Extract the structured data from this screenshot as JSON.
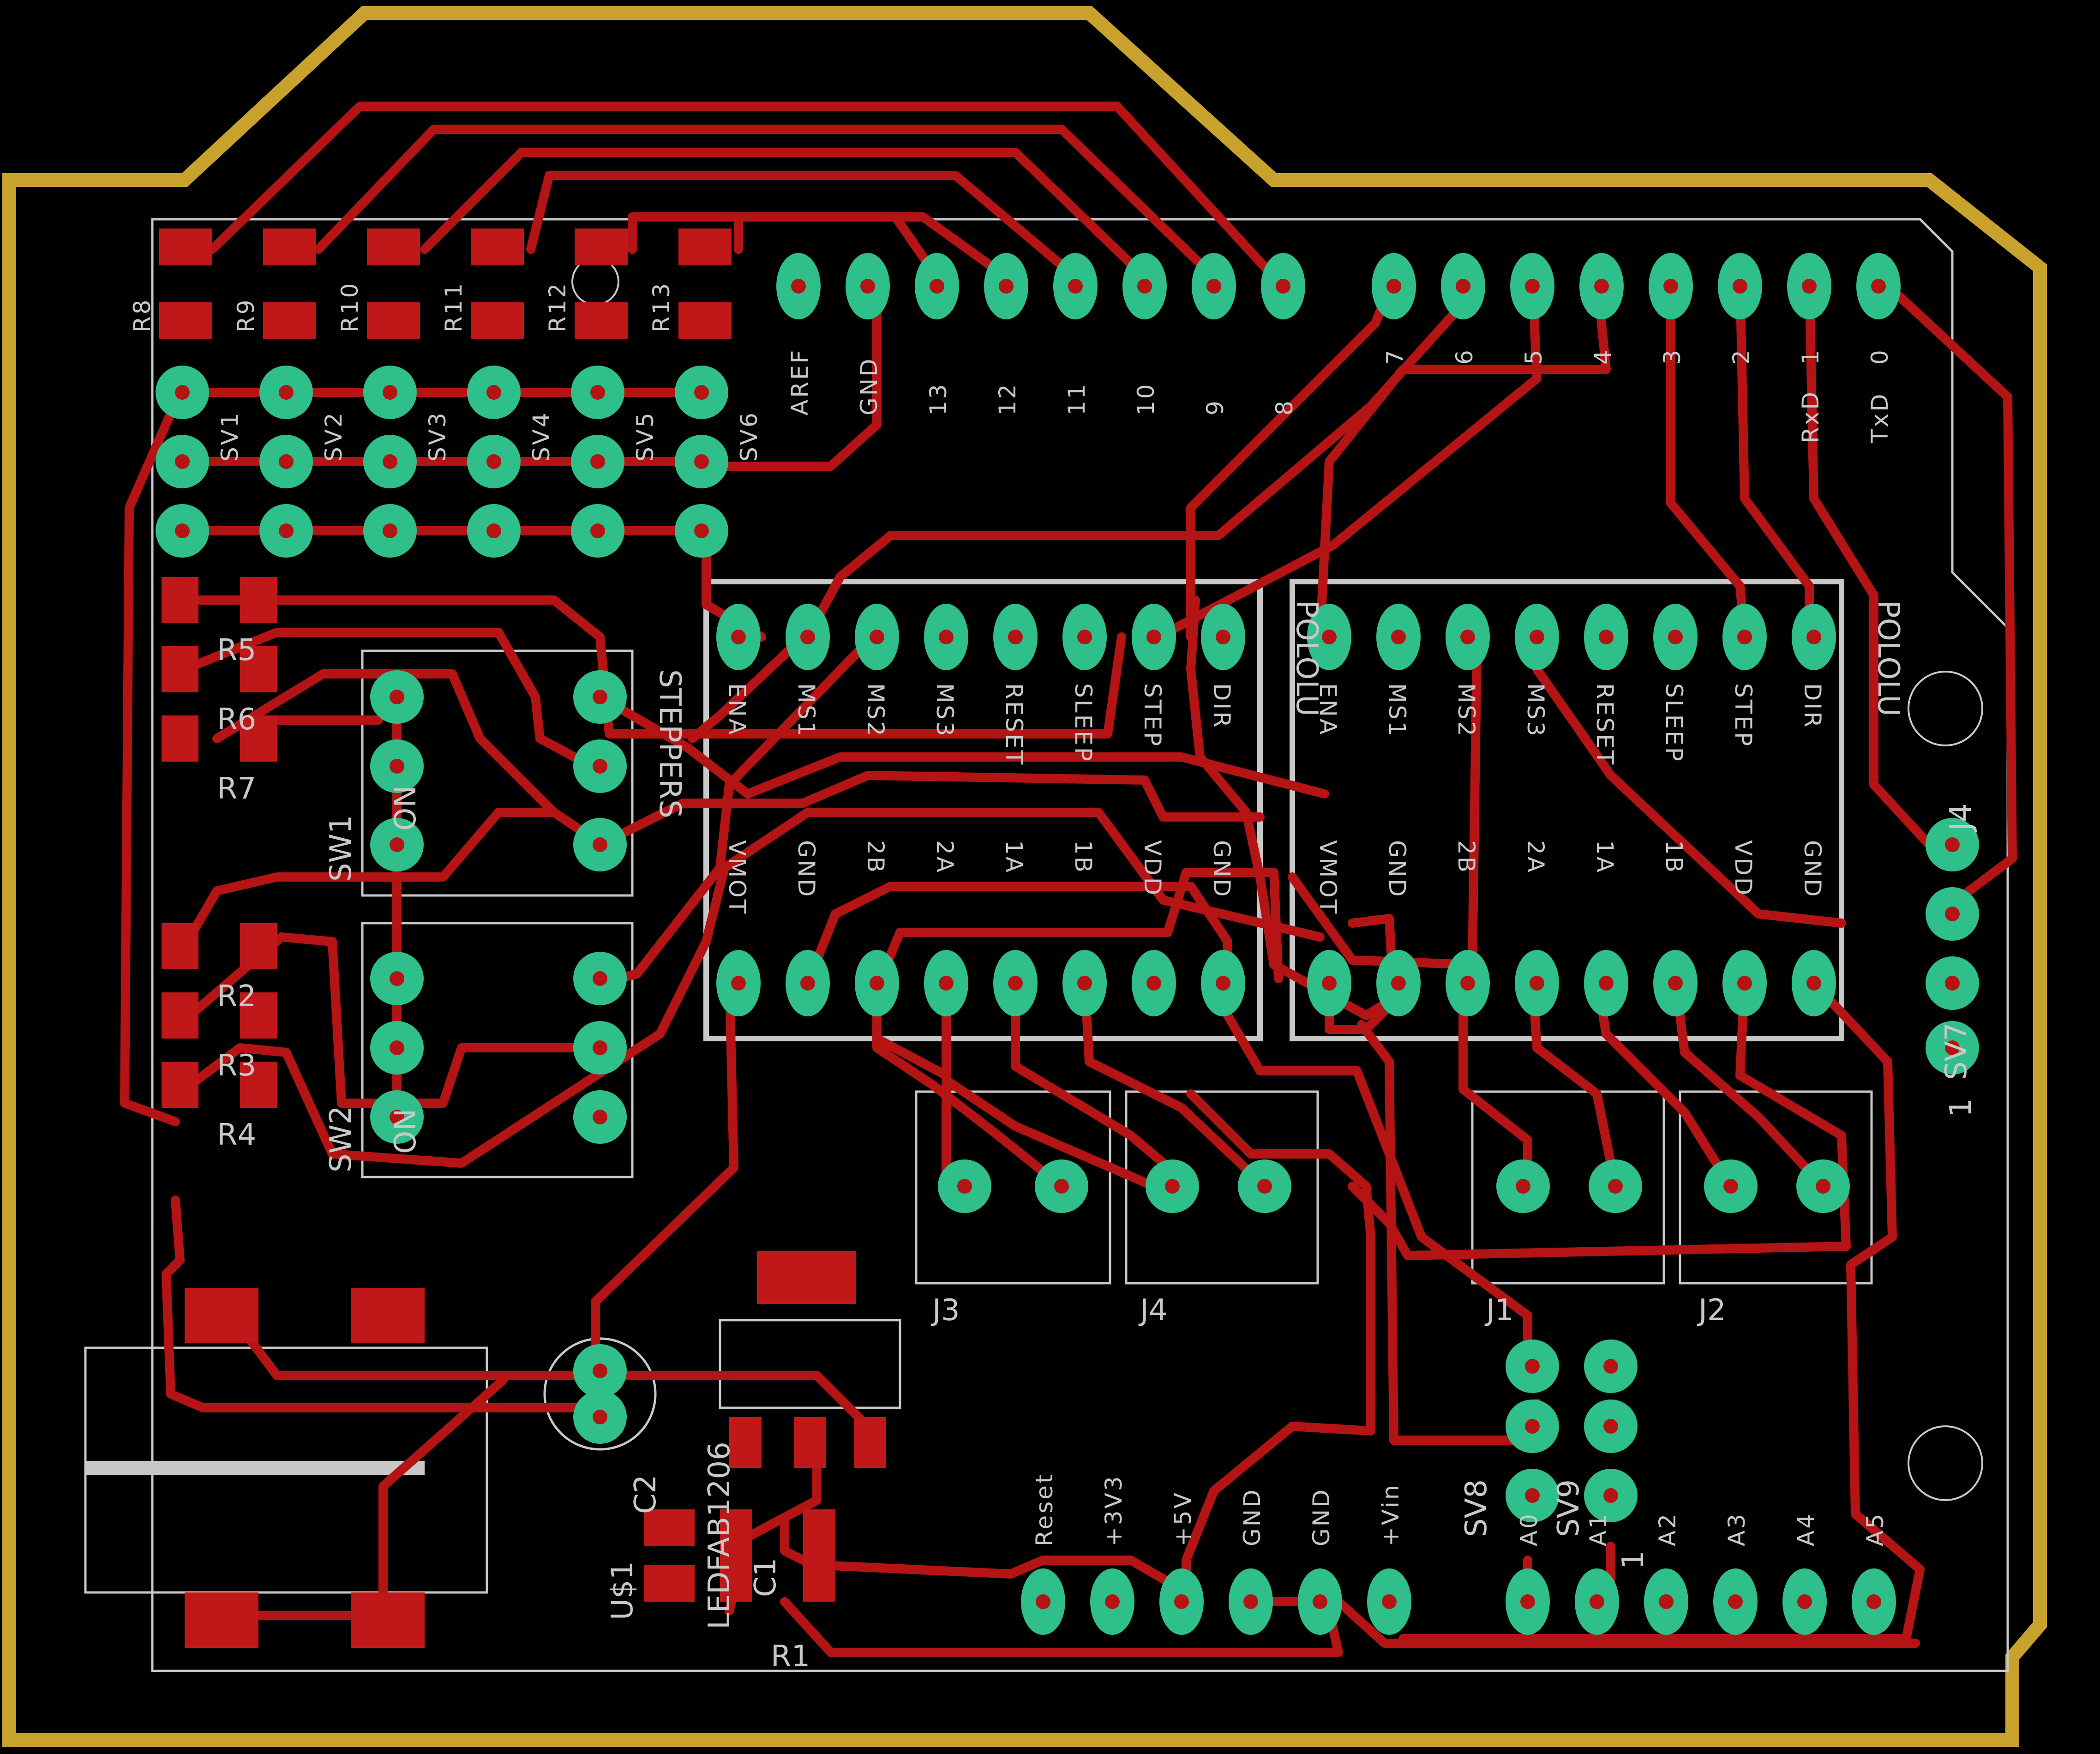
{
  "colors": {
    "background": "#000000",
    "outline": "#c8a22c",
    "trace": "#b41414",
    "pad_copper": "#2fbf8a",
    "pad_hole": "#b41414",
    "silkscreen": "#c8c8c8",
    "smd_pad": "#c01818"
  },
  "header_top_left": {
    "pins": [
      "AREF",
      "GND",
      "13",
      "12",
      "11",
      "10",
      "9",
      "8"
    ]
  },
  "header_top_right": {
    "pins": [
      "7",
      "6",
      "5",
      "4",
      "3",
      "2",
      "1",
      "0"
    ],
    "rx_label": "RxD",
    "tx_label": "TxD"
  },
  "header_power": {
    "pins": [
      "Reset",
      "+3V3",
      "+5V",
      "GND",
      "GND",
      "+Vin"
    ]
  },
  "header_analog": {
    "pins": [
      "A0",
      "A1",
      "A2",
      "A3",
      "A4",
      "A5"
    ]
  },
  "resistors_top": [
    "R8",
    "R9",
    "R10",
    "R11",
    "R12",
    "R13"
  ],
  "servo_headers": [
    "SV1",
    "SV2",
    "SV3",
    "SV4",
    "SV5",
    "SV6"
  ],
  "resistors_left": [
    "R5",
    "R6",
    "R7",
    "R2",
    "R3",
    "R4"
  ],
  "switches": {
    "sw1": "SW1",
    "sw2": "SW2",
    "on": "ON",
    "dip_label": "STEPPERS"
  },
  "driver_left": {
    "title": "POLOLU",
    "top_pins": [
      "ENA",
      "MS1",
      "MS2",
      "MS3",
      "RESET",
      "SLEEP",
      "STEP",
      "DIR"
    ],
    "bottom_pins": [
      "VMOT",
      "GND",
      "2B",
      "2A",
      "1A",
      "1B",
      "VDD",
      "GND"
    ]
  },
  "driver_right": {
    "title": "POLOLU",
    "top_pins": [
      "ENA",
      "MS1",
      "MS2",
      "MS3",
      "RESET",
      "SLEEP",
      "STEP",
      "DIR"
    ],
    "bottom_pins": [
      "VMOT",
      "GND",
      "2B",
      "2A",
      "1A",
      "1B",
      "VDD",
      "GND"
    ]
  },
  "terminals": [
    "J3",
    "J4",
    "J1",
    "J2"
  ],
  "misc_labels": {
    "sv7": "SV7",
    "sv7_pin": "1",
    "sv8": "SV8",
    "sv9": "SV9",
    "sv9_pin": "1",
    "c2": "C2",
    "c1": "C1",
    "us1": "U$1",
    "r1": "R1",
    "led": "LEDFAB1206",
    "j4_side": "J4"
  }
}
